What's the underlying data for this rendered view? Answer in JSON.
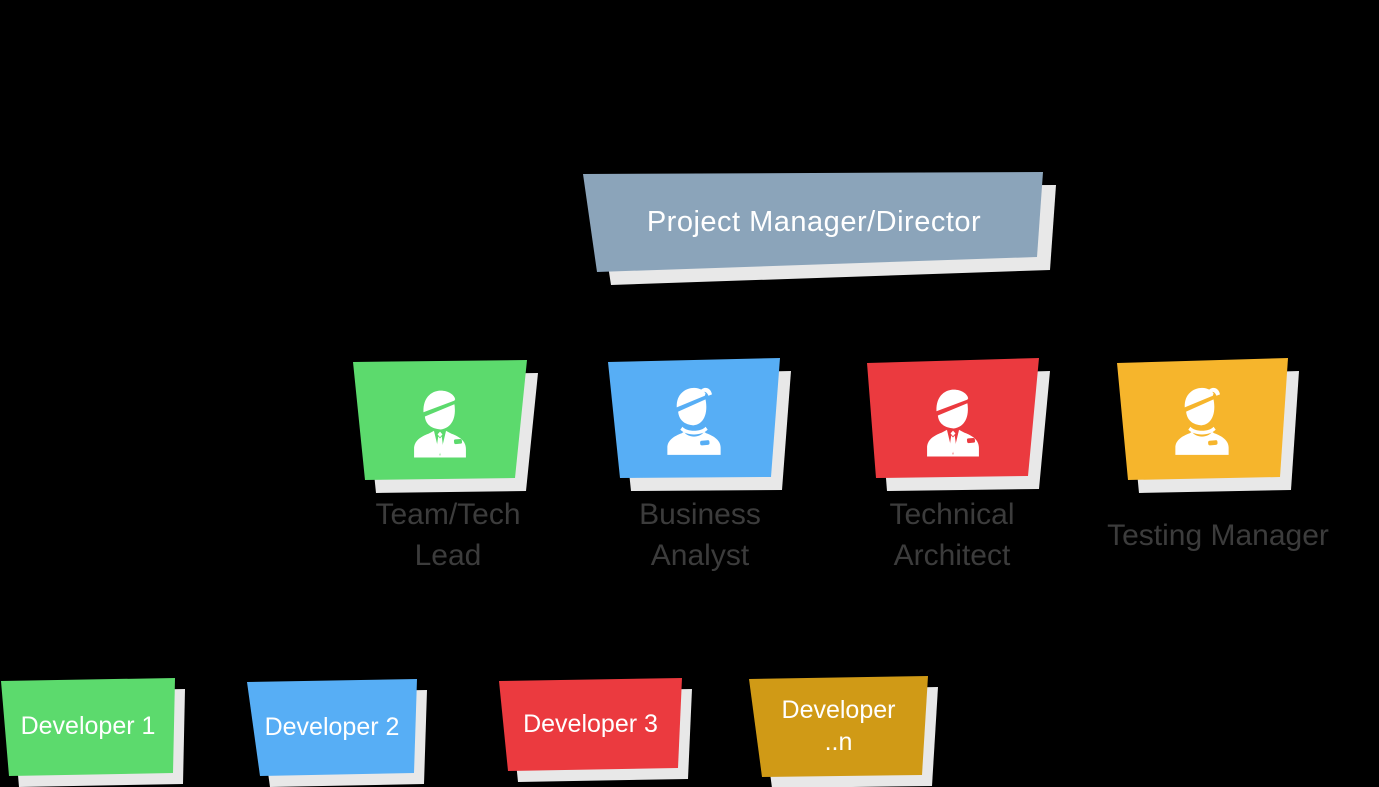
{
  "palette": {
    "background": "#000000",
    "shadow": "#E8E8E8",
    "white": "#FFFFFF",
    "header_fill": "#8BA4BA",
    "header_text": "#FFFFFF",
    "role_label_text": "#3C3C3C",
    "green": "#5CDA6D",
    "blue": "#57AEF5",
    "red": "#EB3A3F",
    "yellow": "#F6B52C",
    "gold": "#D09A16"
  },
  "root": {
    "label": "Project Manager/Director"
  },
  "managers": [
    {
      "id": "team-tech-lead",
      "label": "Team/Tech\nLead",
      "color": "#5CDA6D",
      "icon": "person-tie-icon"
    },
    {
      "id": "business-analyst",
      "label": "Business\nAnalyst",
      "color": "#57AEF5",
      "icon": "person-badge-icon"
    },
    {
      "id": "technical-architect",
      "label": "Technical\nArchitect",
      "color": "#EB3A3F",
      "icon": "person-tie-icon"
    },
    {
      "id": "testing-manager",
      "label": "Testing Manager",
      "color": "#F6B52C",
      "icon": "person-badge-icon"
    }
  ],
  "developers": [
    {
      "id": "developer-1",
      "label": "Developer 1",
      "color": "#5CDA6D"
    },
    {
      "id": "developer-2",
      "label": "Developer 2",
      "color": "#57AEF5"
    },
    {
      "id": "developer-3",
      "label": "Developer 3",
      "color": "#EB3A3F"
    },
    {
      "id": "developer-n",
      "label": "Developer\n..n",
      "color": "#D09A16"
    }
  ]
}
